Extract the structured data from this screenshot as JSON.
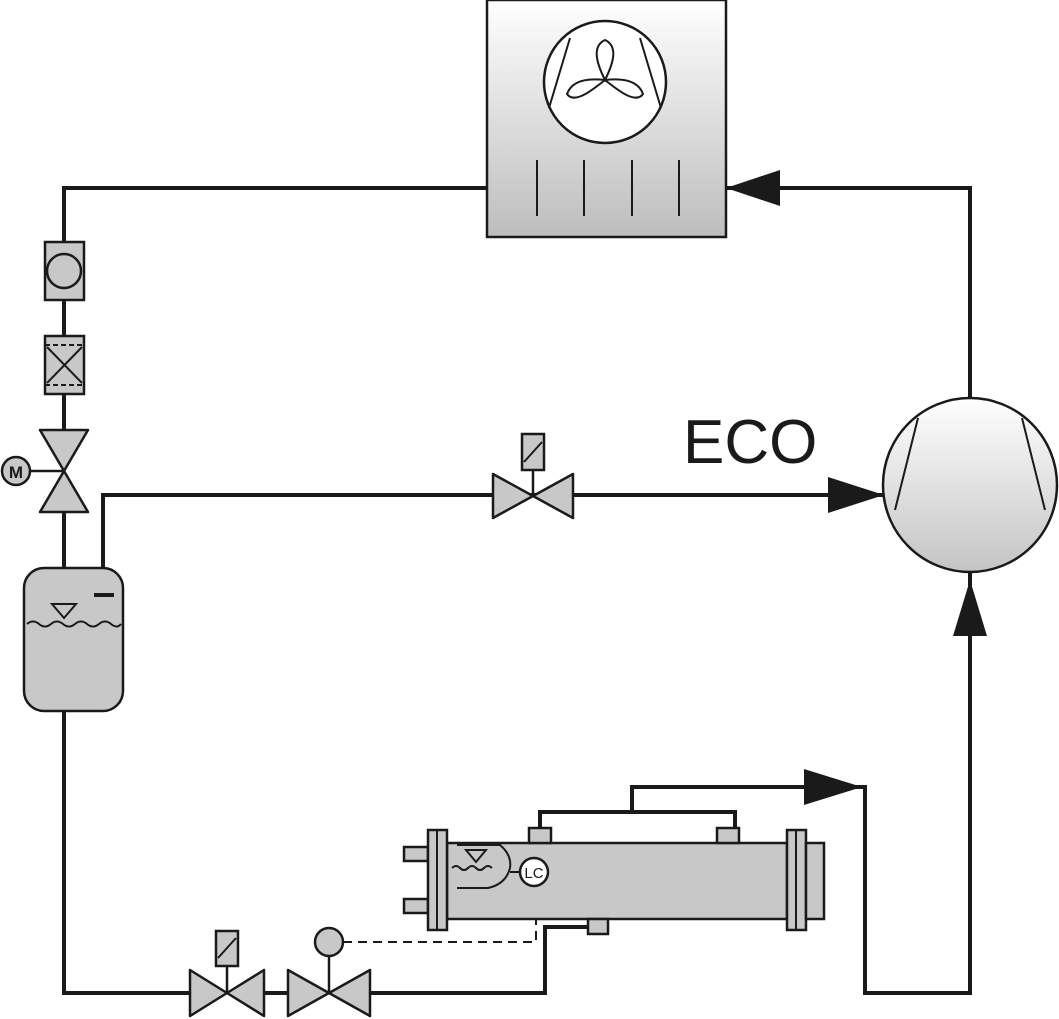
{
  "diagram": {
    "eco_label": "ECO",
    "level_controller_label": "LC",
    "motor_label": "M"
  },
  "colors": {
    "line": "#1a1a1a",
    "component_fill": "#c8c8c8",
    "background": "#ffffff"
  }
}
